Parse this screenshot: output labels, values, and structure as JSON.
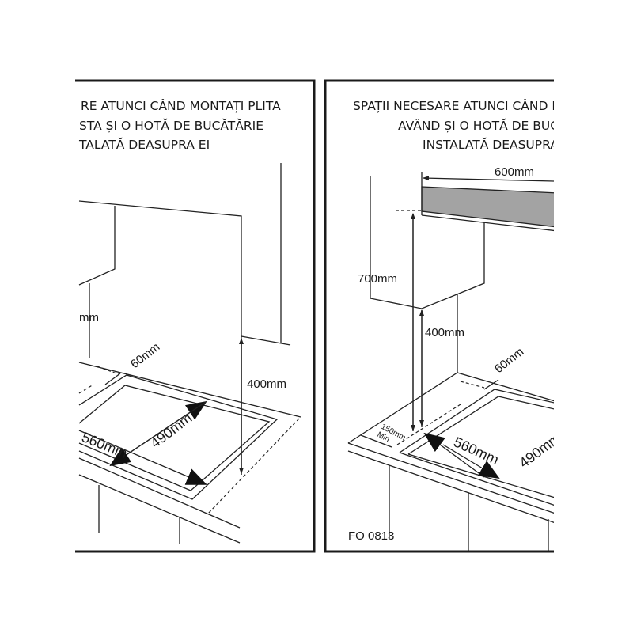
{
  "left_panel": {
    "title_lines": [
      "RE ATUNCI CÂND MONTAȚI PLITA",
      "STA ȘI O HOTĂ DE BUCĂTĂRIE",
      "TALATĂ DEASUPRA EI"
    ],
    "dims": {
      "left_partial": "mm",
      "side_gap": "60mm",
      "height_gap": "400mm",
      "width": "560mm",
      "depth": "490mm"
    }
  },
  "right_panel": {
    "title_lines": [
      "SPAȚII NECESARE ATUNCI CÂND M",
      "AVÂND ȘI O HOTĂ DE BUC",
      "INSTALATĂ DEASUPRA"
    ],
    "dims": {
      "hood_width": "600mm",
      "cabinet_height": "700mm",
      "hood_gap": "400mm",
      "side_gap": "60mm",
      "min_gap": "150mm",
      "min_label": "Min.",
      "width": "560mm",
      "depth": "490mm"
    },
    "figure_code": "FO 0813",
    "hood_color": "#a3a3a3"
  }
}
